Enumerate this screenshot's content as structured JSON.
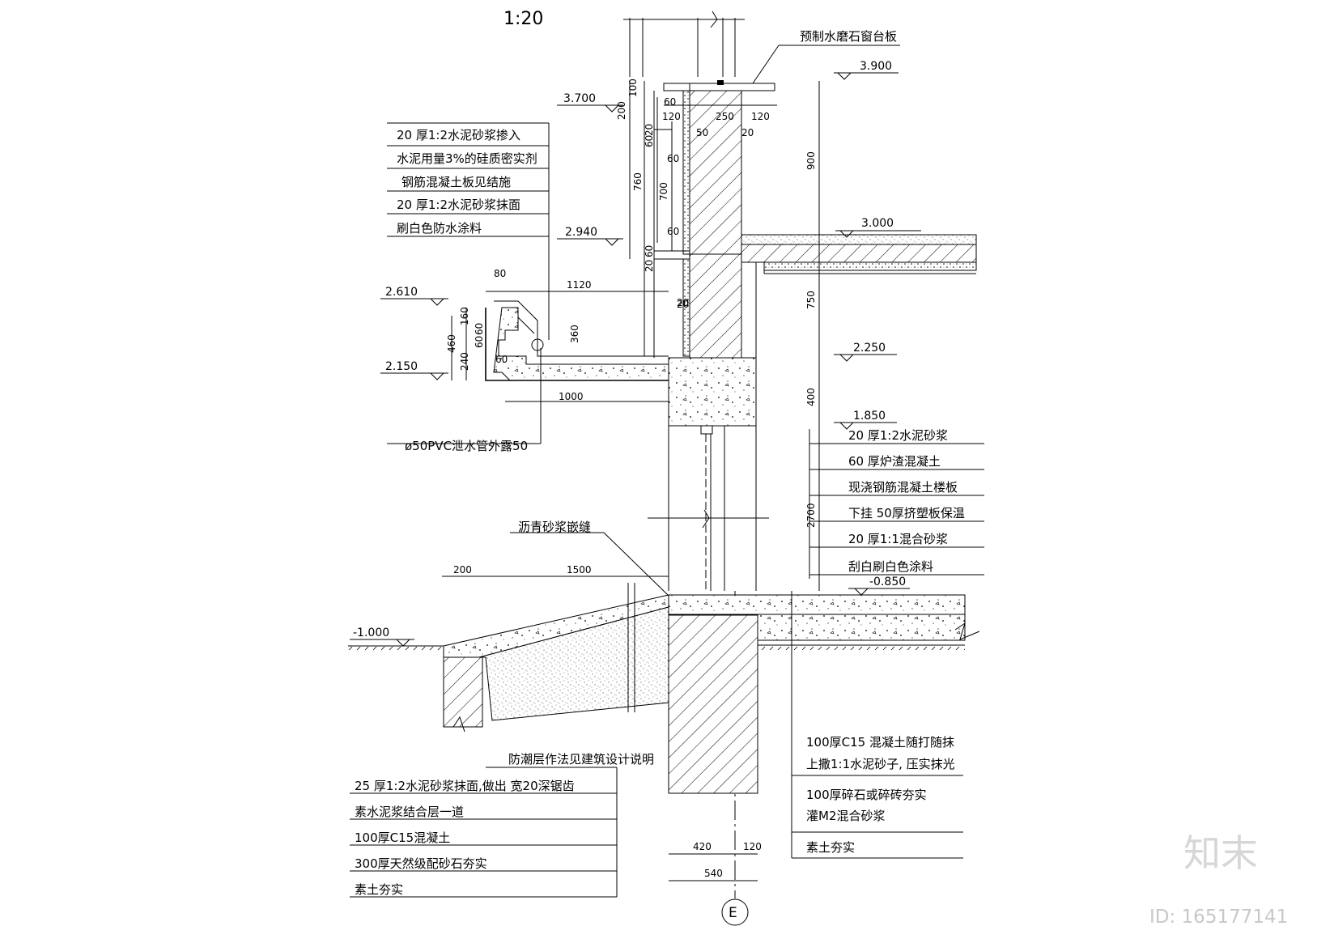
{
  "drawing": {
    "scale": "1:20",
    "axis_label": "E",
    "watermark": "知末",
    "watermark_id": "ID: 165177141"
  },
  "elevations": [
    "3.900",
    "3.700",
    "3.000",
    "2.940",
    "2.610",
    "2.250",
    "2.150",
    "1.850",
    "-0.850",
    "-1.000"
  ],
  "notes": {
    "sill": "预制水磨石窗台板",
    "canopy": [
      "20 厚1:2水泥砂浆掺入",
      "水泥用量3%的硅质密实剂",
      "钢筋混凝土板见结施",
      "20 厚1:2水泥砂浆抹面",
      "刷白色防水涂料"
    ],
    "drain": "ø50PVC泄水管外露50",
    "floor": [
      "20 厚1:2水泥砂浆",
      "60 厚炉渣混凝土",
      "现浇钢筋混凝土楼板",
      "下挂 50厚挤塑板保温",
      "20 厚1:1混合砂浆",
      "刮白刷白色涂料"
    ],
    "asphalt": "沥青砂浆嵌缝",
    "dpc": "防潮层作法见建筑设计说明",
    "ramp": [
      "25 厚1:2水泥砂浆抹面,做出 宽20深锯齿",
      "素水泥浆结合层一道",
      "100厚C15混凝土",
      "300厚天然级配砂石夯实",
      "素土夯实"
    ],
    "ground": [
      "100厚C15 混凝土随打随抹",
      "上撒1:1水泥砂子, 压实抹光",
      "100厚碎石或碎砖夯实",
      "灌M2混合砂浆",
      "素土夯实"
    ]
  },
  "dimensions": [
    "100",
    "200",
    "60",
    "120",
    "250",
    "120",
    "50",
    "20",
    "20",
    "60",
    "60",
    "760",
    "700",
    "900",
    "20",
    "60",
    "60",
    "20",
    "750",
    "400",
    "2700",
    "80",
    "1120",
    "20",
    "160",
    "60",
    "60",
    "460",
    "240",
    "60",
    "360",
    "1000",
    "200",
    "1500",
    "420",
    "120",
    "540"
  ]
}
